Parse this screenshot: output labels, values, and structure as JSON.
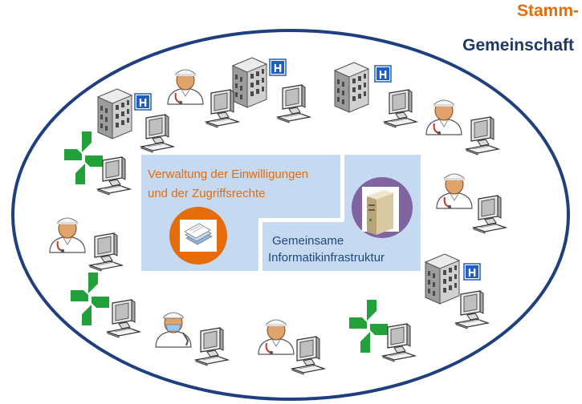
{
  "title": {
    "line1": "Stamm-",
    "line2": "Gemeinschaft"
  },
  "panels": {
    "consent": {
      "line1": "Verwaltung der Einwilligungen",
      "line2": "und der Zugriffsrechte"
    },
    "infrastructure": {
      "line1": "Gemeinsame",
      "line2": "Informatikinfrastruktur"
    }
  },
  "icons": {
    "hospital_badge": "H"
  },
  "colors": {
    "accent_orange": "#e46c0a",
    "title_navy": "#1f3864",
    "ring_blue": "#1f3f7f",
    "panel_blue": "#c5d9f1",
    "infra_text": "#1f497d",
    "server_circle": "#8064a2",
    "pharmacy_green": "#22a03a",
    "hospital_badge_blue": "#1f5fbf"
  }
}
